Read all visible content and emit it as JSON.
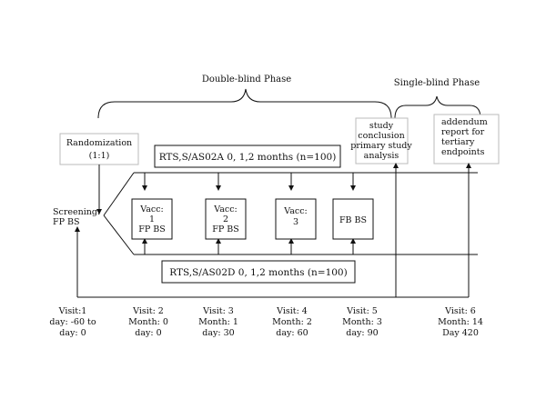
{
  "phases": {
    "double_blind": "Double-blind Phase",
    "single_blind": "Single-blind Phase"
  },
  "randomization": {
    "line1": "Randomization",
    "line2": "(1:1)"
  },
  "arms": {
    "top": "RTS,S/AS02A 0, 1,2 months (n=100)",
    "bottom": "RTS,S/AS02D 0, 1,2 months (n=100)"
  },
  "notes": {
    "study_conclusion": [
      "study",
      "conclusion",
      "primary study",
      "analysis"
    ],
    "addendum": [
      "addendum",
      "report for",
      "tertiary",
      "endpoints"
    ]
  },
  "screening": [
    "Screening:",
    "FP BS"
  ],
  "visit_boxes": [
    [
      "Vacc:",
      "1",
      "FP BS"
    ],
    [
      "Vacc:",
      "2",
      "FP BS"
    ],
    [
      "Vacc:",
      "3"
    ],
    [
      "FB BS"
    ]
  ],
  "visits": [
    [
      "Visit:1",
      "day: -60 to",
      "day: 0"
    ],
    [
      "Visit: 2",
      "Month: 0",
      "day: 0"
    ],
    [
      "Visit: 3",
      "Month: 1",
      "day: 30"
    ],
    [
      "Visit: 4",
      "Month: 2",
      "day: 60"
    ],
    [
      "Visit: 5",
      "Month: 3",
      "day: 90"
    ],
    [
      "Visit: 6",
      "Month: 14",
      "Day 420"
    ]
  ]
}
